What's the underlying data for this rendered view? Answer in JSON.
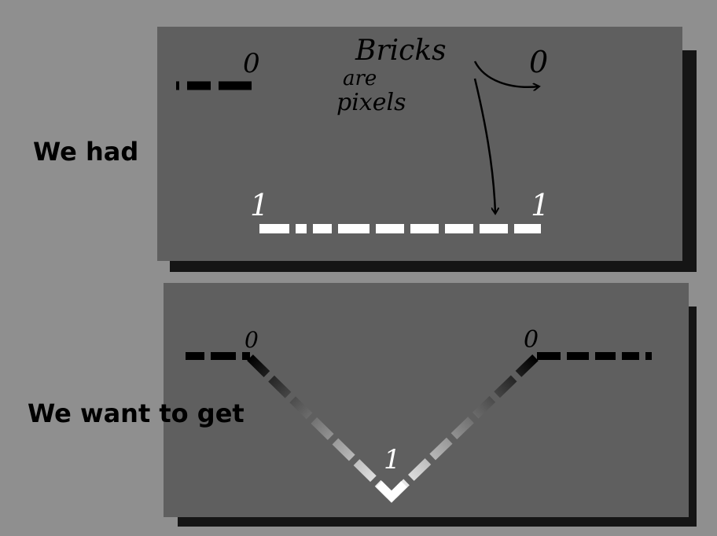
{
  "labels": {
    "had": "We had",
    "want": "We want to get"
  },
  "annotation": {
    "line1": "Bricks",
    "line2": "are",
    "line3": "pixels"
  },
  "values": {
    "low": "0",
    "high": "1"
  },
  "colors": {
    "background": "#8f8f8f",
    "panel": "#5f5f5f",
    "shadow": "#151515",
    "low_brick": "#000000",
    "high_brick": "#ffffff"
  }
}
